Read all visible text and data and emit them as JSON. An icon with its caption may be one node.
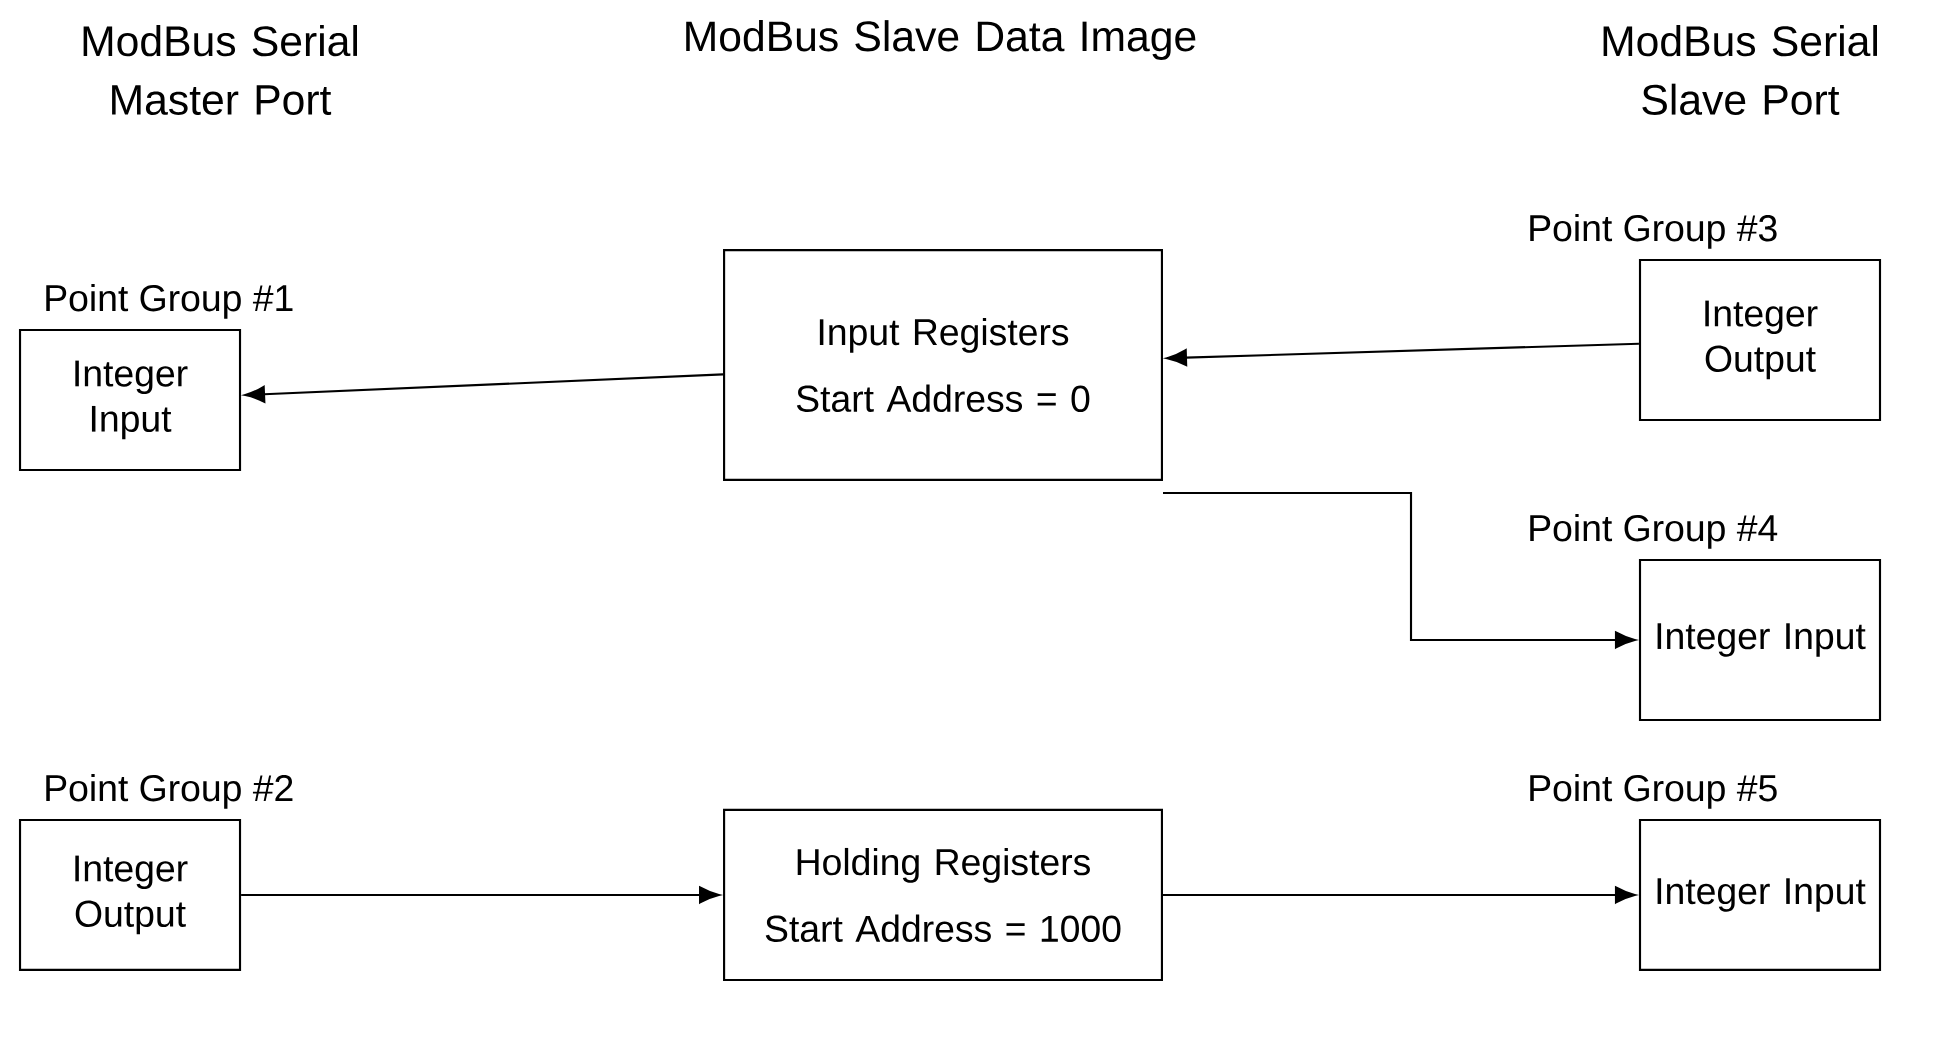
{
  "diagram": {
    "nodes": [
      {
        "text": [
          "Integer Input"
        ],
        "beside": [
          "Point Group #1"
        ]
      },
      {
        "text": [
          "Input Registers",
          "Start Address = 0"
        ]
      },
      {
        "text": [
          "Integer Output"
        ],
        "beside": [
          "Point Group #3"
        ]
      },
      {
        "text": [
          "Integer Input"
        ],
        "beside": [
          "Point Group #4"
        ]
      },
      {
        "text": [
          "Integer Output"
        ],
        "beside": [
          "Point Group #2"
        ]
      },
      {
        "text": [
          "Holding Registers",
          "Start Address = 1000"
        ]
      },
      {
        "text": [
          "Integer Input"
        ],
        "beside": [
          "Point Group #5"
        ]
      }
    ],
    "edges": [
      {
        "from": 2,
        "to": 1,
        "arrow": "to"
      },
      {
        "from": 1,
        "to": 0,
        "arrow": "to"
      },
      {
        "from": 1,
        "to": 3,
        "arrow": "to"
      },
      {
        "from": 4,
        "to": 5,
        "arrow": "to"
      },
      {
        "from": 5,
        "to": 6,
        "arrow": "to"
      }
    ],
    "labels": [
      "ModBus Serial Master Port",
      "ModBus Slave Data Image",
      "ModBus Serial Slave Port"
    ]
  }
}
